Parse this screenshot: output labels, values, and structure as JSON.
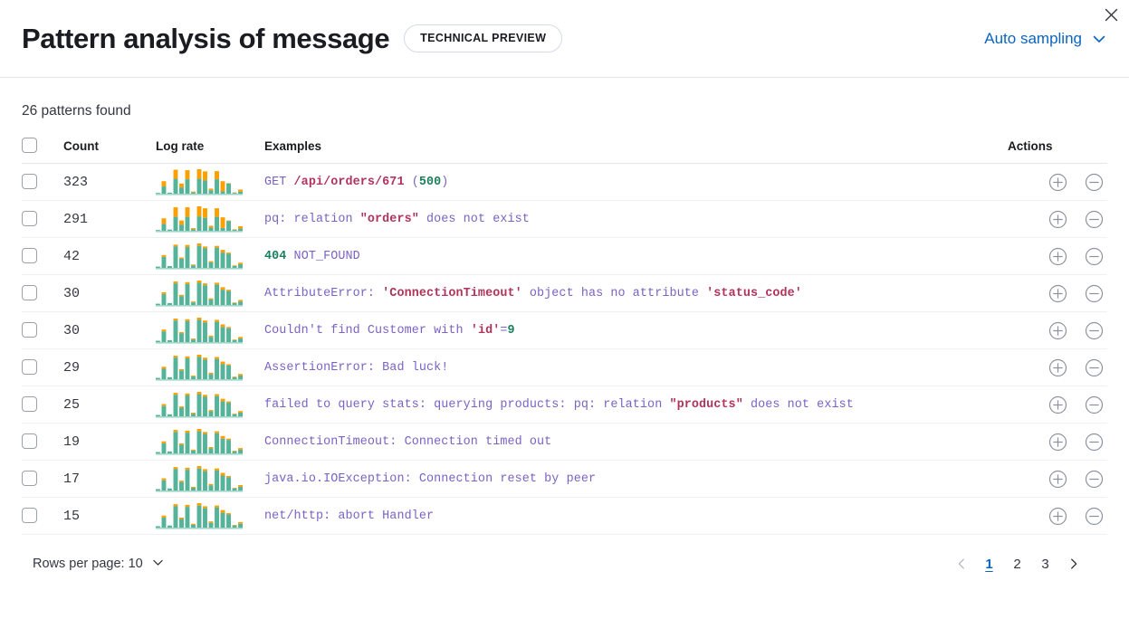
{
  "header": {
    "title": "Pattern analysis of message",
    "badge": "TECHNICAL PREVIEW",
    "sampling_label": "Auto sampling",
    "chevron_icon": "chevron-down-icon",
    "close_icon": "close-icon",
    "accent_color": "#0b64c0"
  },
  "summary": {
    "patterns_found": "26 patterns found"
  },
  "table": {
    "columns": {
      "select": "",
      "count": "Count",
      "log_rate": "Log rate",
      "examples": "Examples",
      "actions": "Actions"
    },
    "row_actions": {
      "add_icon": "plus-circle-icon",
      "remove_icon": "minus-circle-icon"
    },
    "rows": [
      {
        "count": "323",
        "example": "GET /api/orders/671 (500)",
        "tokens": [
          {
            "t": "GET ",
            "k": "base"
          },
          {
            "t": "/api/orders/671",
            "k": "var"
          },
          {
            "t": " (",
            "k": "base"
          },
          {
            "t": "500",
            "k": "num"
          },
          {
            "t": ")",
            "k": "base"
          }
        ],
        "spark": {
          "teal": [
            3,
            30,
            4,
            62,
            26,
            60,
            5,
            62,
            55,
            14,
            60,
            10,
            42,
            3,
            8
          ],
          "orange": [
            0,
            22,
            0,
            38,
            16,
            38,
            4,
            40,
            38,
            7,
            34,
            42,
            2,
            2,
            9
          ]
        }
      },
      {
        "count": "291",
        "example": "pq: relation \"orders\" does not exist",
        "tokens": [
          {
            "t": "pq: relation ",
            "k": "base"
          },
          {
            "t": "\"orders\"",
            "k": "var"
          },
          {
            "t": " does not exist",
            "k": "base"
          }
        ],
        "spark": {
          "teal": [
            3,
            28,
            5,
            58,
            25,
            58,
            6,
            60,
            54,
            13,
            58,
            12,
            40,
            4,
            9
          ],
          "orange": [
            0,
            24,
            0,
            40,
            18,
            40,
            5,
            42,
            40,
            8,
            36,
            44,
            3,
            2,
            10
          ]
        }
      },
      {
        "count": "42",
        "example": "404 NOT_FOUND",
        "tokens": [
          {
            "t": "404",
            "k": "num"
          },
          {
            "t": " NOT_FOUND",
            "k": "base"
          }
        ],
        "spark": {
          "teal": [
            4,
            36,
            6,
            70,
            30,
            68,
            8,
            72,
            64,
            18,
            66,
            50,
            46,
            6,
            12
          ],
          "orange": [
            0,
            6,
            0,
            6,
            4,
            7,
            3,
            8,
            6,
            4,
            6,
            9,
            4,
            2,
            5
          ]
        }
      },
      {
        "count": "30",
        "example": "AttributeError: 'ConnectionTimeout' object has no attribute 'status_code'",
        "tokens": [
          {
            "t": "AttributeError: ",
            "k": "base"
          },
          {
            "t": "'ConnectionTimeout'",
            "k": "var"
          },
          {
            "t": " object has no attribute ",
            "k": "base"
          },
          {
            "t": "'status_code'",
            "k": "var"
          }
        ],
        "spark": {
          "teal": [
            4,
            34,
            6,
            68,
            28,
            66,
            8,
            70,
            62,
            17,
            64,
            48,
            44,
            6,
            11
          ],
          "orange": [
            0,
            6,
            0,
            6,
            4,
            6,
            3,
            7,
            6,
            4,
            6,
            8,
            4,
            2,
            5
          ]
        }
      },
      {
        "count": "30",
        "example": "Couldn't find Customer with 'id'=9",
        "tokens": [
          {
            "t": "Couldn't find Customer with ",
            "k": "base"
          },
          {
            "t": "'id'",
            "k": "var"
          },
          {
            "t": "=",
            "k": "base"
          },
          {
            "t": "9",
            "k": "num"
          }
        ],
        "spark": {
          "teal": [
            4,
            33,
            6,
            67,
            27,
            65,
            8,
            69,
            61,
            16,
            63,
            47,
            43,
            6,
            11
          ],
          "orange": [
            0,
            6,
            0,
            6,
            4,
            6,
            3,
            7,
            6,
            4,
            6,
            8,
            4,
            2,
            5
          ]
        }
      },
      {
        "count": "29",
        "example": "AssertionError: Bad luck!",
        "tokens": [
          {
            "t": "AssertionError: Bad luck!",
            "k": "base"
          }
        ],
        "spark": {
          "teal": [
            4,
            32,
            6,
            66,
            27,
            64,
            8,
            68,
            60,
            16,
            62,
            46,
            42,
            6,
            11
          ],
          "orange": [
            0,
            6,
            0,
            6,
            4,
            6,
            3,
            7,
            6,
            4,
            6,
            8,
            4,
            2,
            5
          ]
        }
      },
      {
        "count": "25",
        "example": "failed to query stats: querying products: pq: relation \"products\" does not exist",
        "tokens": [
          {
            "t": "failed to query stats: querying products: pq: relation ",
            "k": "base"
          },
          {
            "t": "\"products\"",
            "k": "var"
          },
          {
            "t": " does not exist",
            "k": "base"
          }
        ],
        "spark": {
          "teal": [
            4,
            31,
            6,
            65,
            26,
            63,
            8,
            67,
            59,
            15,
            61,
            45,
            41,
            6,
            11
          ],
          "orange": [
            0,
            6,
            0,
            6,
            4,
            6,
            3,
            7,
            6,
            4,
            6,
            8,
            4,
            2,
            5
          ]
        }
      },
      {
        "count": "19",
        "example": "ConnectionTimeout: Connection timed out",
        "tokens": [
          {
            "t": "ConnectionTimeout: Connection timed out",
            "k": "base"
          }
        ],
        "spark": {
          "teal": [
            4,
            30,
            6,
            64,
            26,
            62,
            8,
            66,
            58,
            15,
            60,
            44,
            40,
            6,
            11
          ],
          "orange": [
            0,
            6,
            0,
            6,
            4,
            6,
            3,
            7,
            6,
            4,
            6,
            8,
            4,
            2,
            5
          ]
        }
      },
      {
        "count": "17",
        "example": "java.io.IOException: Connection reset by peer",
        "tokens": [
          {
            "t": "java.io.IOException: Connection reset by peer",
            "k": "base"
          }
        ],
        "spark": {
          "teal": [
            4,
            30,
            6,
            63,
            25,
            61,
            8,
            65,
            57,
            15,
            59,
            44,
            39,
            6,
            11
          ],
          "orange": [
            0,
            6,
            0,
            6,
            4,
            6,
            3,
            7,
            6,
            4,
            6,
            8,
            4,
            2,
            5
          ]
        }
      },
      {
        "count": "15",
        "example": "net/http: abort Handler",
        "tokens": [
          {
            "t": "net/http: abort Handler",
            "k": "base"
          }
        ],
        "spark": {
          "teal": [
            4,
            29,
            6,
            62,
            25,
            60,
            8,
            64,
            56,
            14,
            58,
            43,
            38,
            6,
            11
          ],
          "orange": [
            0,
            6,
            0,
            6,
            4,
            6,
            3,
            7,
            6,
            4,
            6,
            8,
            4,
            2,
            5
          ]
        }
      }
    ]
  },
  "footer": {
    "rows_per_page": "Rows per page: 10",
    "chevron_icon": "chevron-down-icon",
    "prev_icon": "chevron-left-icon",
    "next_icon": "chevron-right-icon",
    "pages": [
      "1",
      "2",
      "3"
    ],
    "active_page": "1"
  },
  "colors": {
    "spark_teal": "#54b399",
    "spark_orange": "#fca000",
    "token_base": "#7b62c4",
    "token_var": "#b0335b",
    "token_num": "#1a7f5a"
  }
}
